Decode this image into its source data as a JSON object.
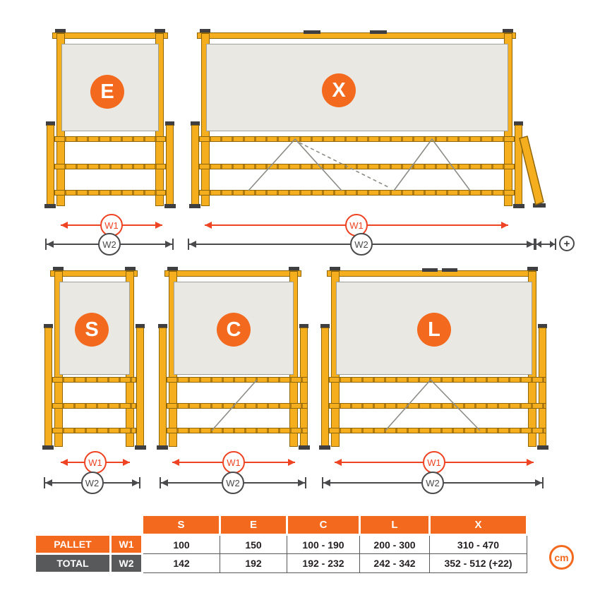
{
  "colors": {
    "accent_orange": "#F3691E",
    "arrow_red": "#EE4423",
    "arrow_dark": "#4A4A4C",
    "frame_yellow": "#F5AF1E",
    "panel_gray": "#E9E8E3",
    "table_dark_gray": "#58595B"
  },
  "diagrams": {
    "e": {
      "label": "E",
      "w1": "W1",
      "w2": "W2"
    },
    "x": {
      "label": "X",
      "w1": "W1",
      "w2": "W2",
      "plus": "+"
    },
    "s": {
      "label": "S",
      "w1": "W1",
      "w2": "W2"
    },
    "c": {
      "label": "C",
      "w1": "W1",
      "w2": "W2"
    },
    "l": {
      "label": "L",
      "w1": "W1",
      "w2": "W2"
    }
  },
  "table": {
    "columns": [
      "S",
      "E",
      "C",
      "L",
      "X"
    ],
    "rows": [
      {
        "label": "PALLET",
        "dim": "W1",
        "values": [
          "100",
          "150",
          "100 - 190",
          "200 - 300",
          "310 - 470"
        ]
      },
      {
        "label": "TOTAL",
        "dim": "W2",
        "values": [
          "142",
          "192",
          "192 - 232",
          "242 - 342",
          "352 - 512 (+22)"
        ]
      }
    ]
  },
  "unit": "cm"
}
